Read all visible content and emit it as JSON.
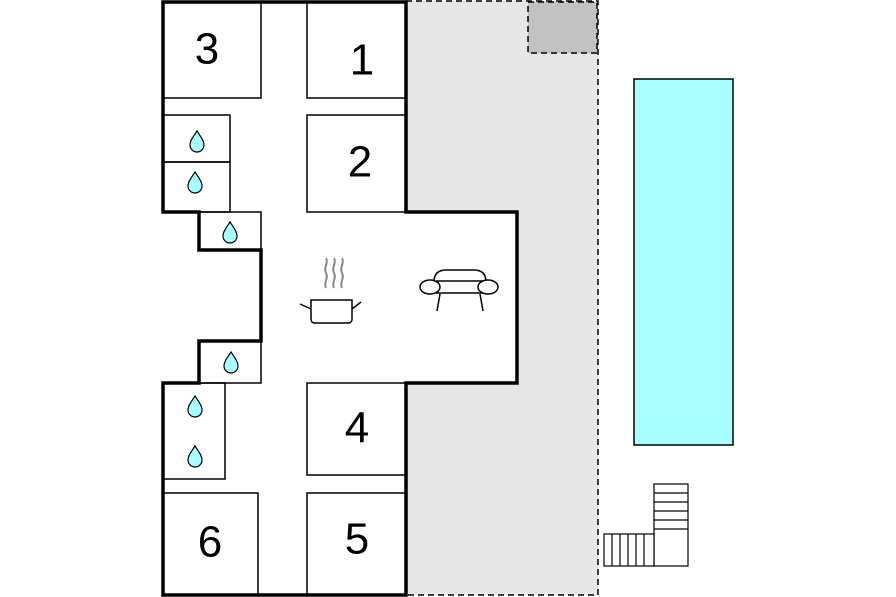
{
  "rooms": {
    "r1": "1",
    "r2": "2",
    "r3": "3",
    "r4": "4",
    "r5": "5",
    "r6": "6"
  },
  "icons": {
    "bathroom": "water-drop-icon",
    "kitchen": "cooking-pot-icon",
    "living": "sofa-icon",
    "pool": "swimming-pool",
    "stairs": "stairs"
  },
  "colors": {
    "terrace": "#e6e6e6",
    "terrace_box": "#c2c2c2",
    "pool": "#a8ffff",
    "water_drop": "#a8ffff",
    "wall": "#000000",
    "steam": "#8a8a8a"
  }
}
